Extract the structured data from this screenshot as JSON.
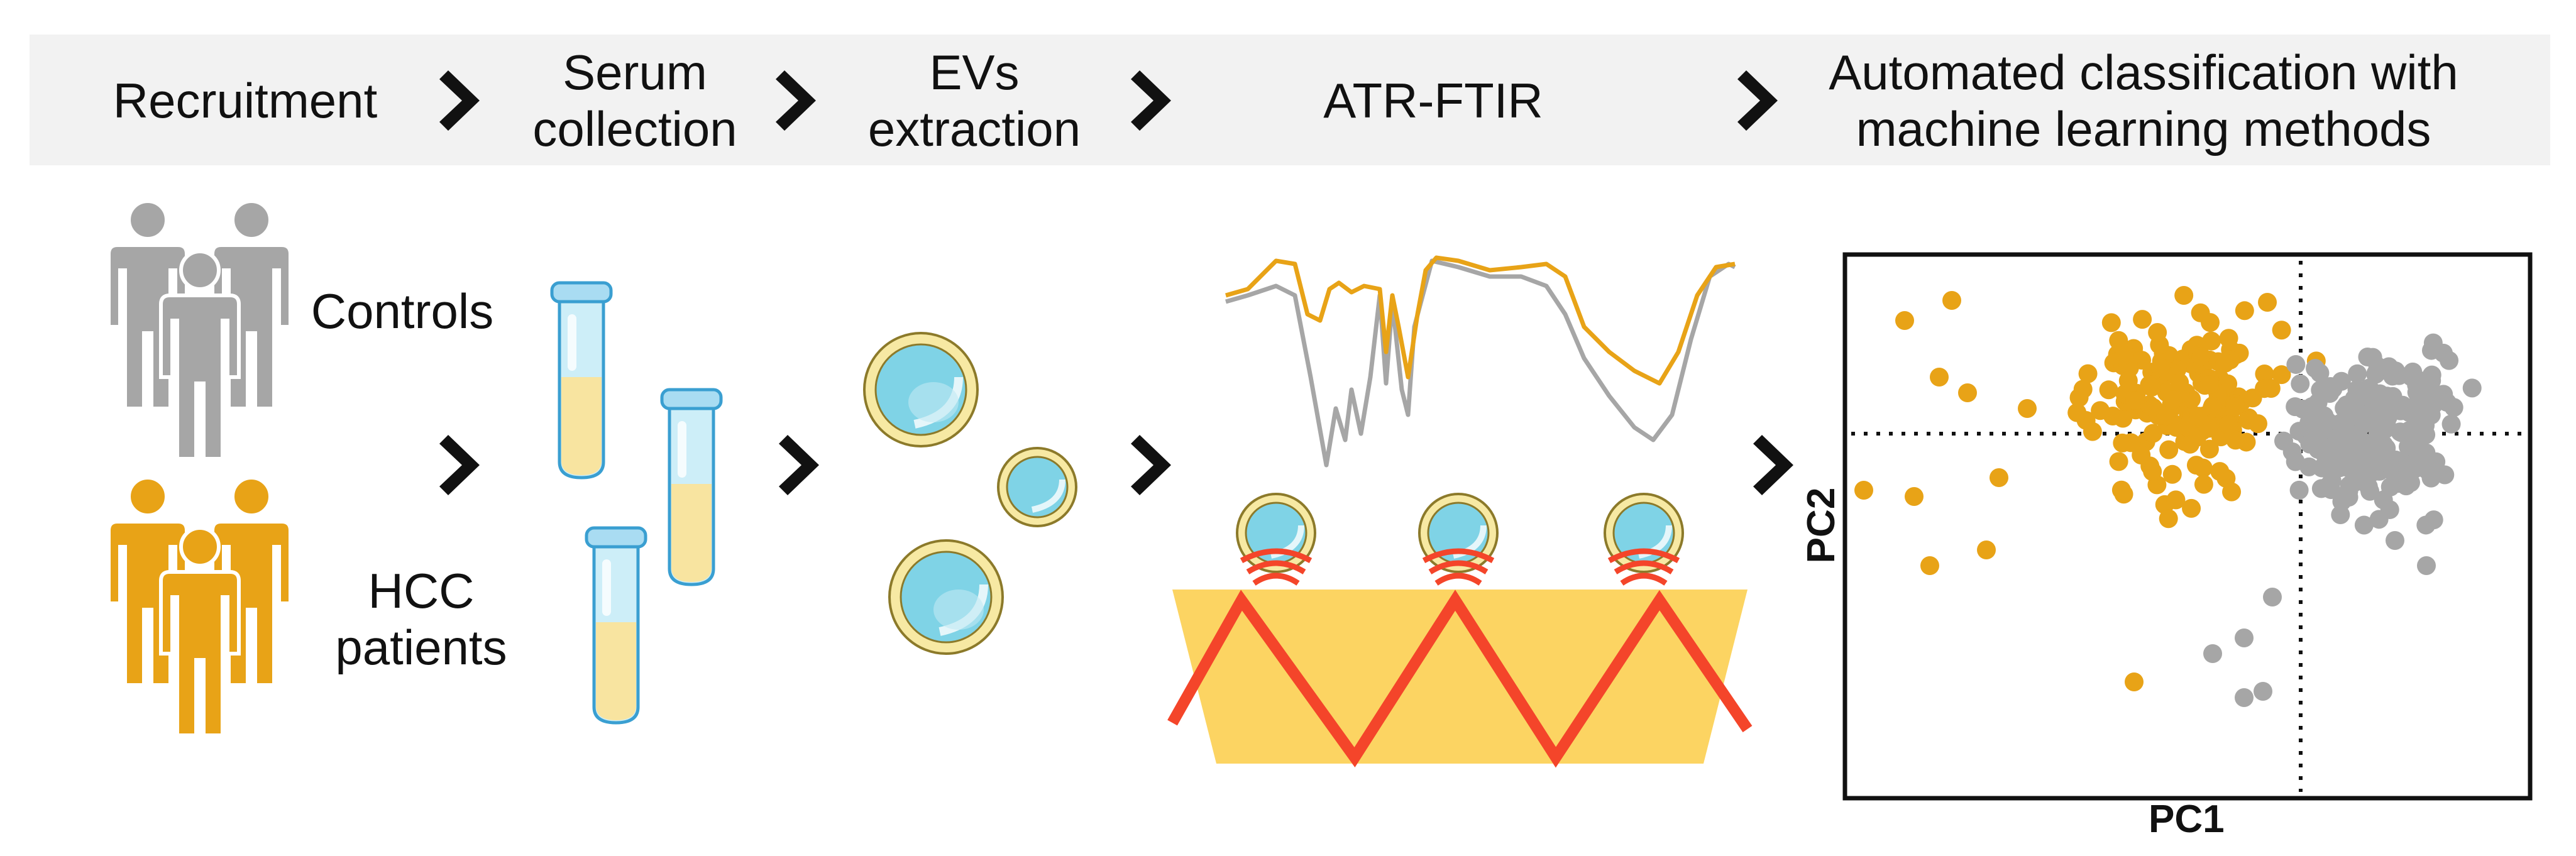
{
  "steps": {
    "recruitment": "Recruitment",
    "serum_line1": "Serum",
    "serum_line2": "collection",
    "evs_line1": "EVs",
    "evs_line2": "extraction",
    "atr": "ATR-FTIR",
    "auto_line1": "Automated classification with",
    "auto_line2": "machine learning methods"
  },
  "groups": {
    "controls": "Controls",
    "hcc_line1": "HCC",
    "hcc_line2": "patients"
  },
  "plot": {
    "xlabel": "PC1",
    "ylabel": "PC2"
  },
  "colors": {
    "controls": "#a6a6a6",
    "hcc": "#e8a317",
    "chevron": "#111111",
    "header_band": "#f2f2f2",
    "prism": "#fcd462",
    "beam": "#f4452a",
    "ev_fill": "#7fd3e6",
    "ev_ring": "#f7e9a3",
    "serum": "#f8e4a0",
    "tube": "#bfe8f5"
  },
  "icons": [
    "chevron-right-icon",
    "people-icon",
    "test-tube-icon",
    "vesicle-icon",
    "spectrum-icon",
    "atr-crystal-icon",
    "scatter-plot-icon"
  ]
}
